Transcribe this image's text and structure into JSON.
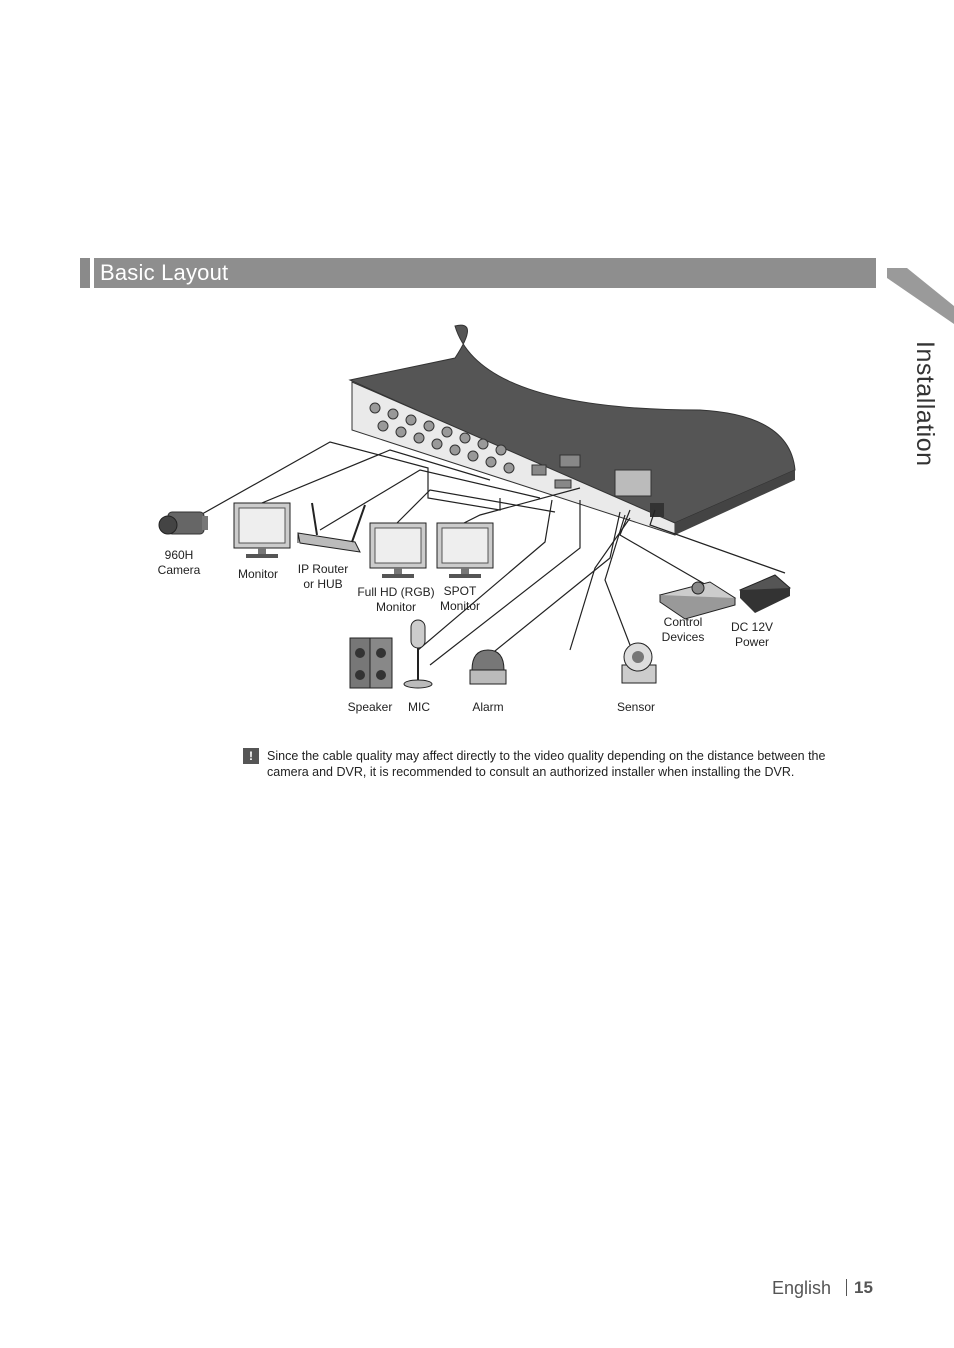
{
  "section": {
    "title": "Basic Layout"
  },
  "side_tab": {
    "label": "Installation"
  },
  "diagram": {
    "labels": {
      "camera": "960H\nCamera",
      "monitor": "Monitor",
      "router": "IP Router\nor HUB",
      "fullhd": "Full HD (RGB)\nMonitor",
      "spot": "SPOT\nMonitor",
      "control": "Control\nDevices",
      "power": "DC 12V\nPower",
      "speaker": "Speaker",
      "mic": "MIC",
      "alarm": "Alarm",
      "sensor": "Sensor"
    }
  },
  "note": {
    "icon": "!",
    "text": "Since the cable quality may affect directly to the video quality depending on the distance between the camera and DVR, it is recommended to consult an authorized installer when installing the DVR."
  },
  "footer": {
    "language": "English",
    "page": "15"
  }
}
